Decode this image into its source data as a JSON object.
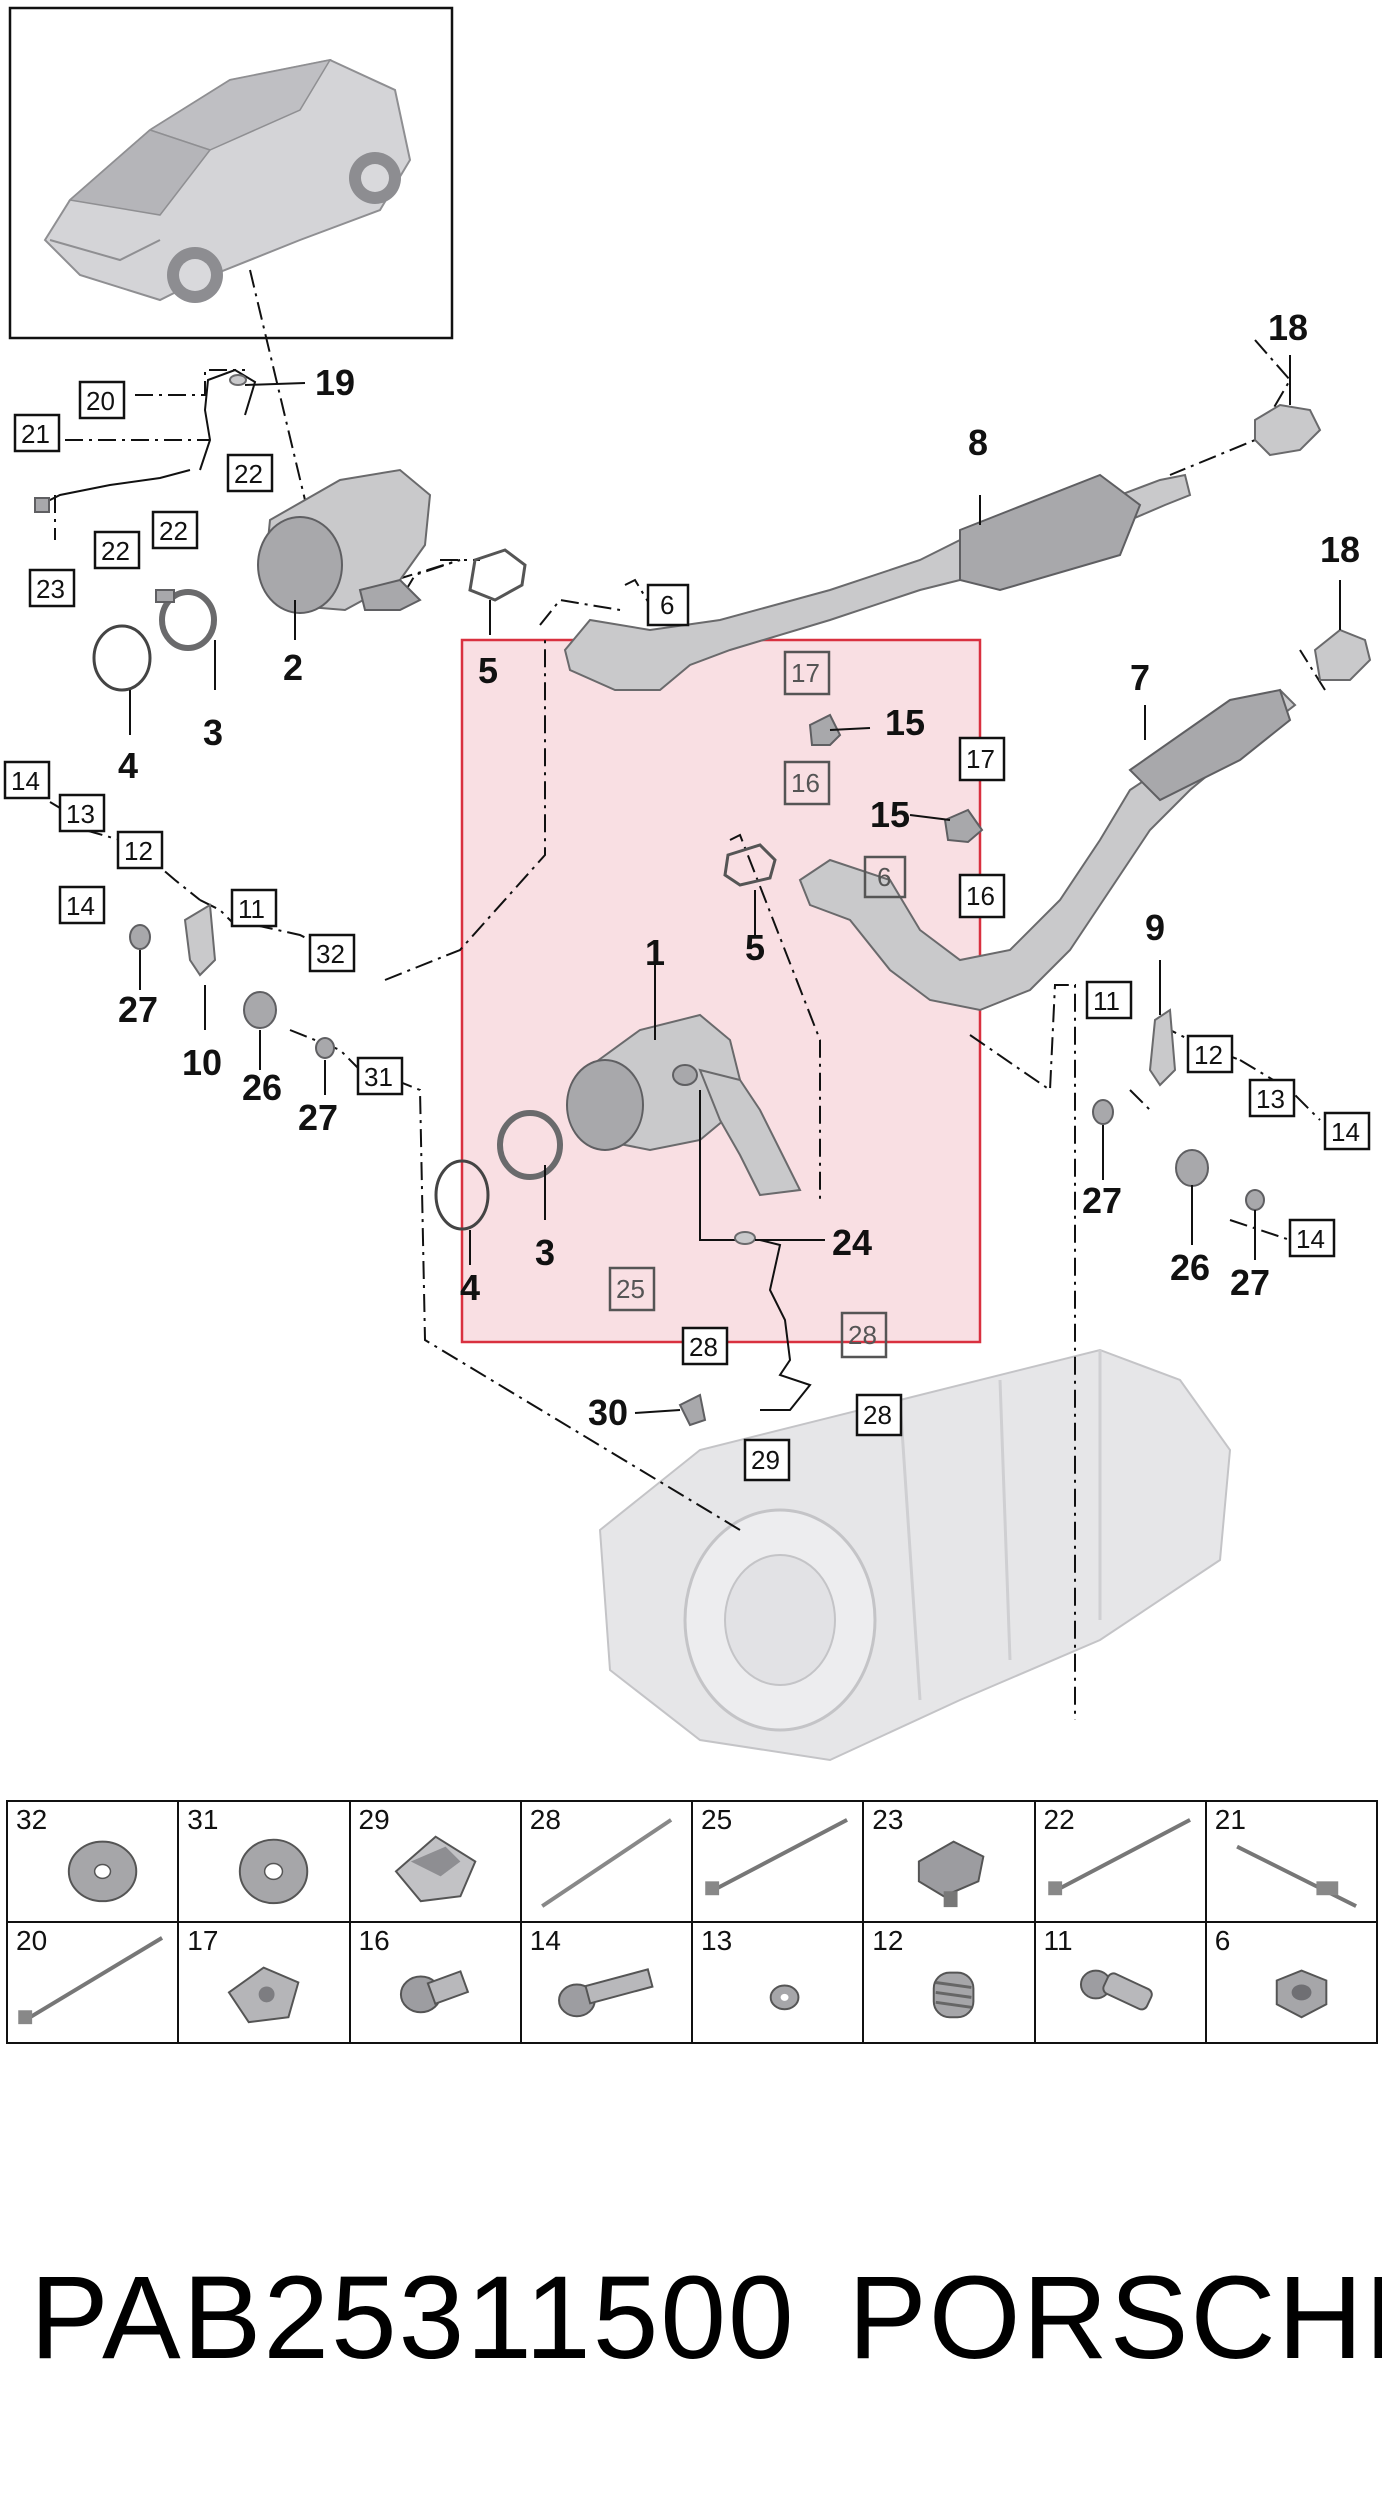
{
  "callouts": {
    "c1": "1",
    "c2": "2",
    "c3a": "3",
    "c3b": "3",
    "c4a": "4",
    "c4b": "4",
    "c5a": "5",
    "c5b": "5",
    "c7": "7",
    "c8": "8",
    "c9": "9",
    "c10": "10",
    "c15a": "15",
    "c15b": "15",
    "c18a": "18",
    "c18b": "18",
    "c19": "19",
    "c24": "24",
    "c26a": "26",
    "c26b": "26",
    "c27a": "27",
    "c27b": "27",
    "c27c": "27",
    "c27d": "27",
    "c30": "30"
  },
  "boxed": {
    "b20": "20",
    "b21": "21",
    "b22a": "22",
    "b22b": "22",
    "b22c": "22",
    "b23": "23",
    "b6a": "6",
    "b6b": "6",
    "b17a": "17",
    "b17b": "17",
    "b16a": "16",
    "b16b": "16",
    "b14a": "14",
    "b13a": "13",
    "b12a": "12",
    "b11a": "11",
    "b14b": "14",
    "b32": "32",
    "b31": "31",
    "b11b": "11",
    "b12b": "12",
    "b13b": "13",
    "b14c": "14",
    "b14d": "14",
    "b25": "25",
    "b28a": "28",
    "b28b": "28",
    "b28c": "28",
    "b29": "29"
  },
  "parts_table": {
    "row1": [
      "32",
      "31",
      "29",
      "28",
      "25",
      "23",
      "22",
      "21"
    ],
    "row2": [
      "20",
      "17",
      "16",
      "14",
      "13",
      "12",
      "11",
      "6"
    ]
  },
  "footer": {
    "part_code": "PAB25311500",
    "brand": "PORSCHE"
  },
  "colors": {
    "highlight_fill": "#f7d4d9",
    "highlight_stroke": "#d9303f",
    "line": "#111111",
    "part_gray": "#c9c9cb"
  }
}
